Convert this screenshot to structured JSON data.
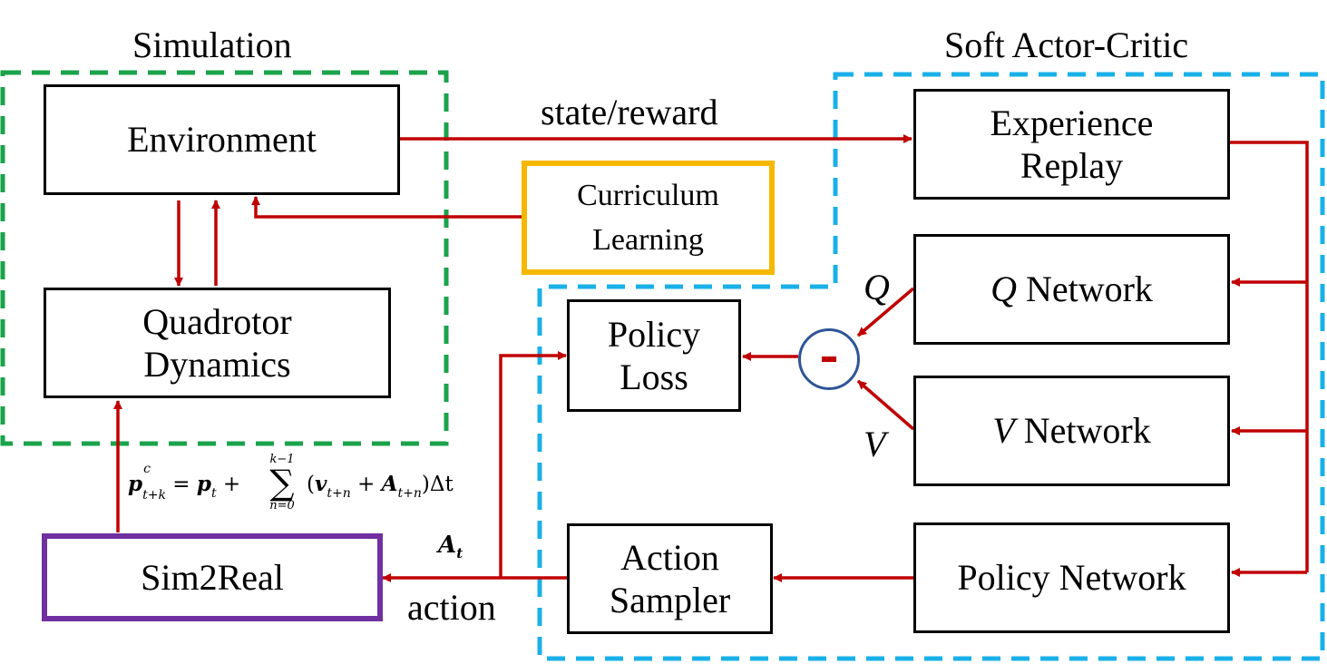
{
  "regions": {
    "simulation_title": "Simulation",
    "sac_title": "Soft Actor-Critic"
  },
  "boxes": {
    "environment": "Environment",
    "quadrotor_line1": "Quadrotor",
    "quadrotor_line2": "Dynamics",
    "curriculum_line1": "Curriculum",
    "curriculum_line2": "Learning",
    "experience_line1": "Experience",
    "experience_line2": "Replay",
    "q_network_symbol": "Q",
    "q_network_text": "Network",
    "v_network_symbol": "V",
    "v_network_text": "Network",
    "policy_network": "Policy Network",
    "policy_loss_line1": "Policy",
    "policy_loss_line2": "Loss",
    "action_sampler_line1": "Action",
    "action_sampler_line2": "Sampler",
    "sim2real": "Sim2Real"
  },
  "labels": {
    "state_reward": "state/reward",
    "action": "action",
    "q_symbol": "Q",
    "v_symbol": "V",
    "a_t": "A"
  },
  "formula": {
    "lhs_p": "p",
    "lhs_sup": "c",
    "lhs_sub": "t+k",
    "eq": "=",
    "p": "p",
    "p_sub": "t",
    "plus": "+",
    "sum_top": "k−1",
    "sum_sym": "∑",
    "sum_bottom": "n=0",
    "open": "(",
    "v": "v",
    "v_sub": "t+n",
    "plus2": "+",
    "A": "A",
    "A_sub": "t+n",
    "close": ")Δt"
  },
  "colors": {
    "arrow": "#c00000",
    "simulation_border": "#1aa34a",
    "sac_border": "#1ab0e8",
    "curriculum_border": "#f5b800",
    "sim2real_border": "#7030a0",
    "minus_circle_border": "#2f5597"
  }
}
